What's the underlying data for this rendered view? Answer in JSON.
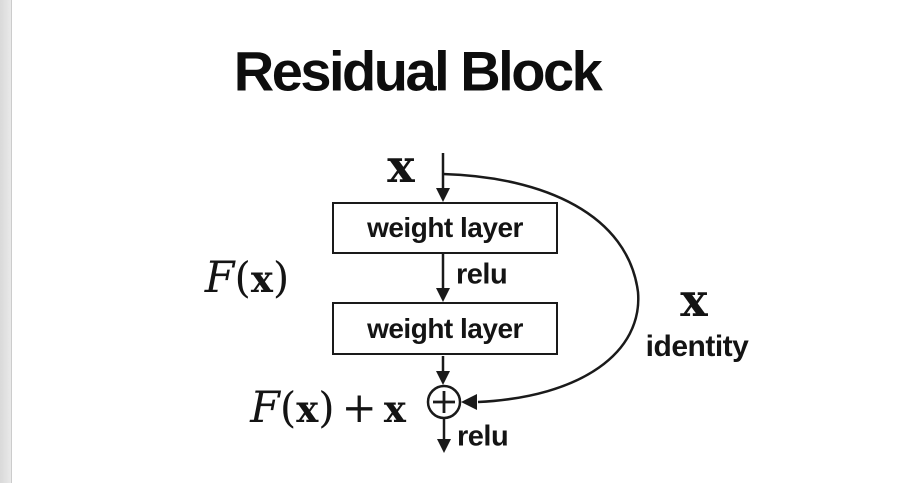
{
  "title": "Residual Block",
  "colors": {
    "ink": "#1a1a1a",
    "background": "#ffffff",
    "page_edge_strip": "#e3e3e3"
  },
  "diagram": {
    "input_label": "x",
    "weight_layer_1": "weight layer",
    "relu_mid": "relu",
    "function_label": {
      "script_f": "F",
      "open": "(",
      "x": "x",
      "close": ")"
    },
    "weight_layer_2": "weight layer",
    "skip": {
      "x": "x",
      "identity": "identity"
    },
    "sum_node": {
      "symbol": "+"
    },
    "output_label": {
      "script_f": "F",
      "open": "(",
      "x": "x",
      "close": ")",
      "plus": "+",
      "x2": "x"
    },
    "relu_out": "relu"
  }
}
